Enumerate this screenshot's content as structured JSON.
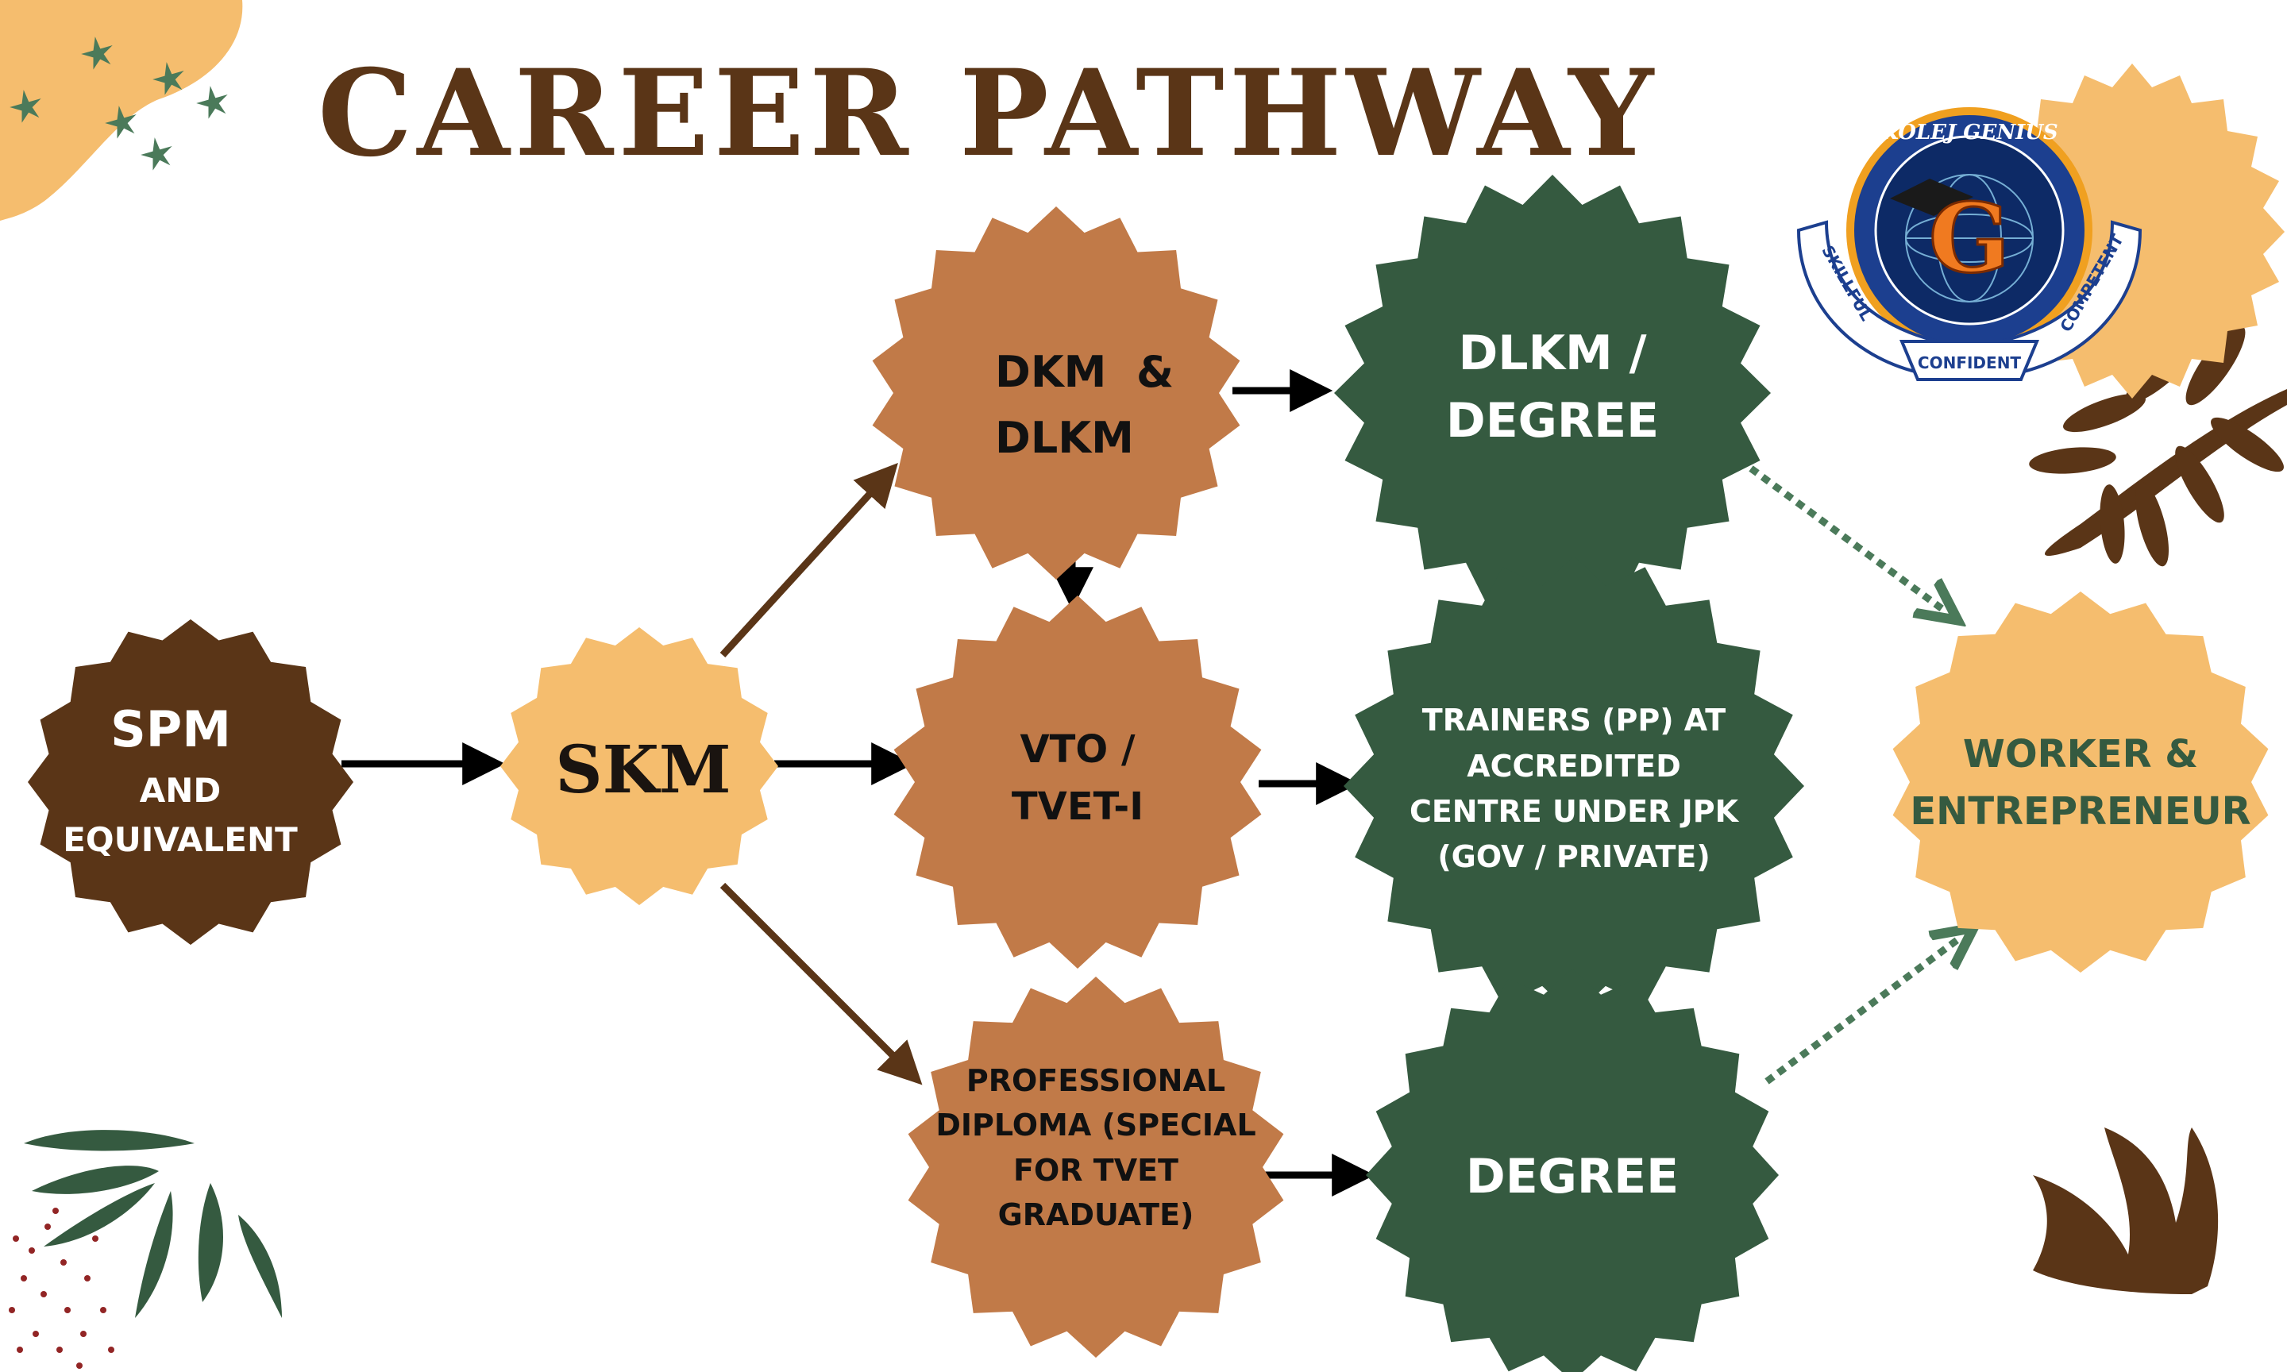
{
  "title": "CAREER PATHWAY",
  "colors": {
    "title": "#5a3517",
    "dark_brown": "#5a3517",
    "tan": "#c17a48",
    "peach": "#f5bd6e",
    "green": "#355a40",
    "arrow_black": "#000000",
    "arrow_brown": "#5a3517",
    "arrow_dotted": "#4b7a5a",
    "deco_green": "#355a40"
  },
  "nodes": {
    "spm": {
      "line1": "SPM",
      "line2": "AND",
      "line3": "EQUIVALENT"
    },
    "skm": {
      "label": "SKM"
    },
    "dkm": {
      "line1": "DKM  &",
      "line2": "DLKM"
    },
    "vto": {
      "line1": "VTO /",
      "line2": "TVET-I"
    },
    "prof": {
      "line1": "PROFESSIONAL",
      "line2": "DIPLOMA (SPECIAL",
      "line3": "FOR TVET",
      "line4": "GRADUATE)"
    },
    "dlkm": {
      "line1": "DLKM /",
      "line2": "DEGREE"
    },
    "trainers": {
      "line1": "TRAINERS (PP) AT",
      "line2": "ACCREDITED",
      "line3": "CENTRE UNDER JPK",
      "line4": "(GOV / PRIVATE)"
    },
    "degree": {
      "label": "DEGREE"
    },
    "worker": {
      "line1": "WORKER &",
      "line2": "ENTREPRENEUR"
    }
  },
  "logo": {
    "top_text": "KOLEJ GENIUS",
    "left_text": "SKILLFUL",
    "right_text": "COMPETENT",
    "bottom_text": "CONFIDENT",
    "center_letter": "G"
  }
}
